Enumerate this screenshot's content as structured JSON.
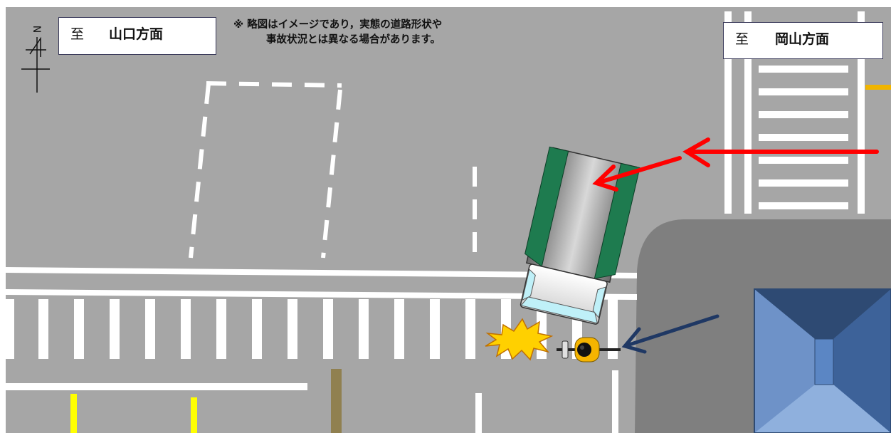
{
  "labels": {
    "left_destination": {
      "prefix": "至",
      "name": "山口方面"
    },
    "right_destination": {
      "prefix": "至",
      "name": "岡山方面"
    }
  },
  "disclaimer": {
    "line1": "※ 略図はイメージであり，実態の道路形状や",
    "line2": "事故状況とは異なる場合があります。"
  },
  "compass": {
    "symbol": "N"
  },
  "colors": {
    "road": "#a6a6a6",
    "sidewalk": "#7f7f7f",
    "building_roof": "#4a6fa5",
    "truck_body": "#1e7b4f",
    "vehicle_path_arrow": "#ff0000",
    "bicycle_path_arrow": "#1f3864",
    "collision_burst": "#ffd000",
    "center_line": "#ffff00"
  }
}
